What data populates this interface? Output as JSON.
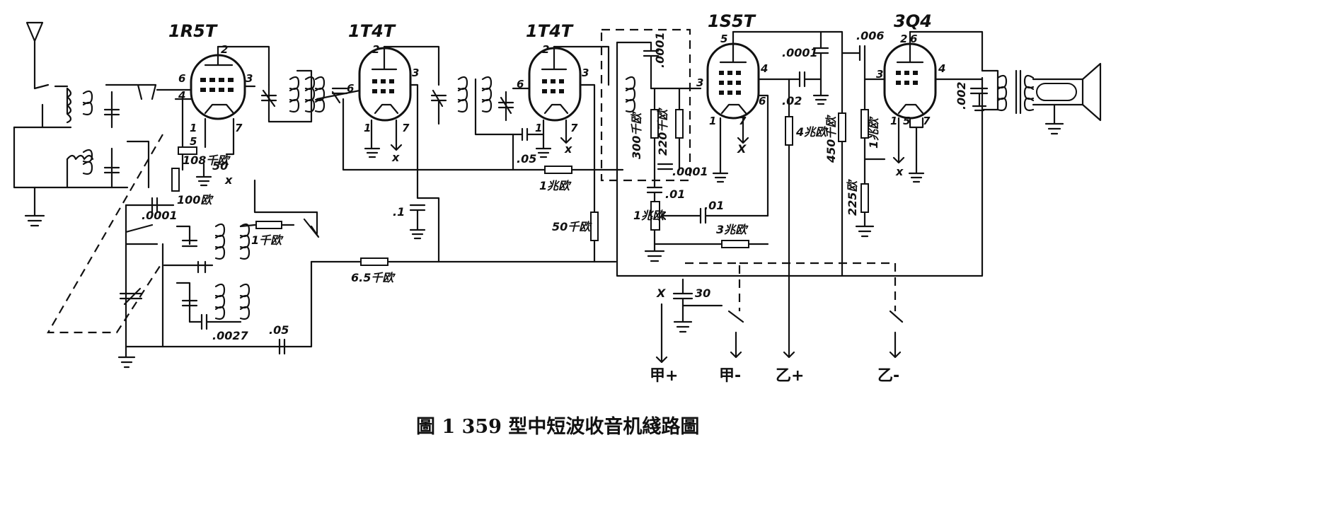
{
  "caption": "圖 1   359 型中短波收音机綫路圖",
  "tubes": [
    {
      "name": "1R5T",
      "pins": [
        "2",
        "6",
        "4",
        "3",
        "1",
        "5",
        "7"
      ]
    },
    {
      "name": "1T4T",
      "pins": [
        "2",
        "6",
        "3",
        "1",
        "7"
      ]
    },
    {
      "name": "1T4T",
      "pins": [
        "2",
        "6",
        "3",
        "1",
        "7"
      ]
    },
    {
      "name": "1S5T",
      "pins": [
        "5",
        "3",
        "4",
        "1",
        "7",
        "6"
      ]
    },
    {
      "name": "3Q4",
      "pins": [
        "2",
        "6",
        "3",
        "4",
        "1",
        "5",
        "7"
      ]
    }
  ],
  "components": {
    "r_100k": "100欧",
    "r_108k": "108千欧",
    "c_50": "50",
    "c_0001a": ".0001",
    "r_1k": "1千欧",
    "c_0027": ".0027",
    "c_05a": ".05",
    "r_65k": "6.5千欧",
    "c_1": ".1",
    "c_05b": ".05",
    "r_1meg_a": "1兆欧",
    "r_50k": "50千欧",
    "c_0001b": ".0001",
    "r_300k": "300千欧",
    "r_220k": "220千欧",
    "c_0001c": ".0001",
    "c_01a": ".01",
    "pot_1meg": "1兆欧",
    "c_01b": ".01",
    "r_3meg": "3兆欧",
    "c_0001d": ".0001",
    "c_02": ".02",
    "r_4meg": "4兆欧",
    "r_450k": "450千欧",
    "c_006": ".006",
    "r_1meg_b": "1兆欧",
    "r_225": "225欧",
    "c_002": ".002",
    "c_30": "30"
  },
  "markers": {
    "x": "x",
    "x_upper": "X"
  },
  "power": {
    "a_plus": "甲+",
    "a_minus": "甲-",
    "b_plus": "乙+",
    "b_minus": "乙-"
  }
}
